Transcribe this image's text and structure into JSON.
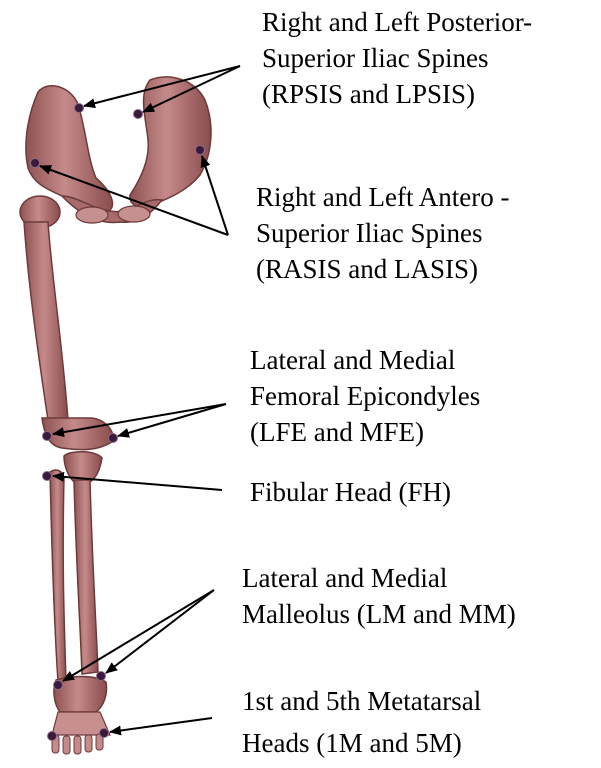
{
  "labels": {
    "psis": {
      "line1": "Right and Left Posterior-",
      "line2": "Superior Iliac Spines",
      "line3": "(RPSIS and LPSIS)"
    },
    "asis": {
      "line1": "Right and Left Antero -",
      "line2": "Superior Iliac Spines",
      "line3": "(RASIS and LASIS)"
    },
    "epicondyles": {
      "line1": "Lateral and Medial",
      "line2": "Femoral Epicondyles",
      "line3": "(LFE and MFE)"
    },
    "fibular": {
      "line1": "Fibular Head (FH)"
    },
    "malleolus": {
      "line1": "Lateral and Medial",
      "line2": "Malleolus (LM and MM)"
    },
    "metatarsal": {
      "line1": "1st and 5th Metatarsal",
      "line2": "Heads (1M and 5M)"
    }
  },
  "colors": {
    "bone_fill": "#b67878",
    "bone_dark": "#7a4545",
    "bone_light": "#d8a5a5",
    "marker": "#3a1a3a",
    "arrow": "#000000"
  }
}
